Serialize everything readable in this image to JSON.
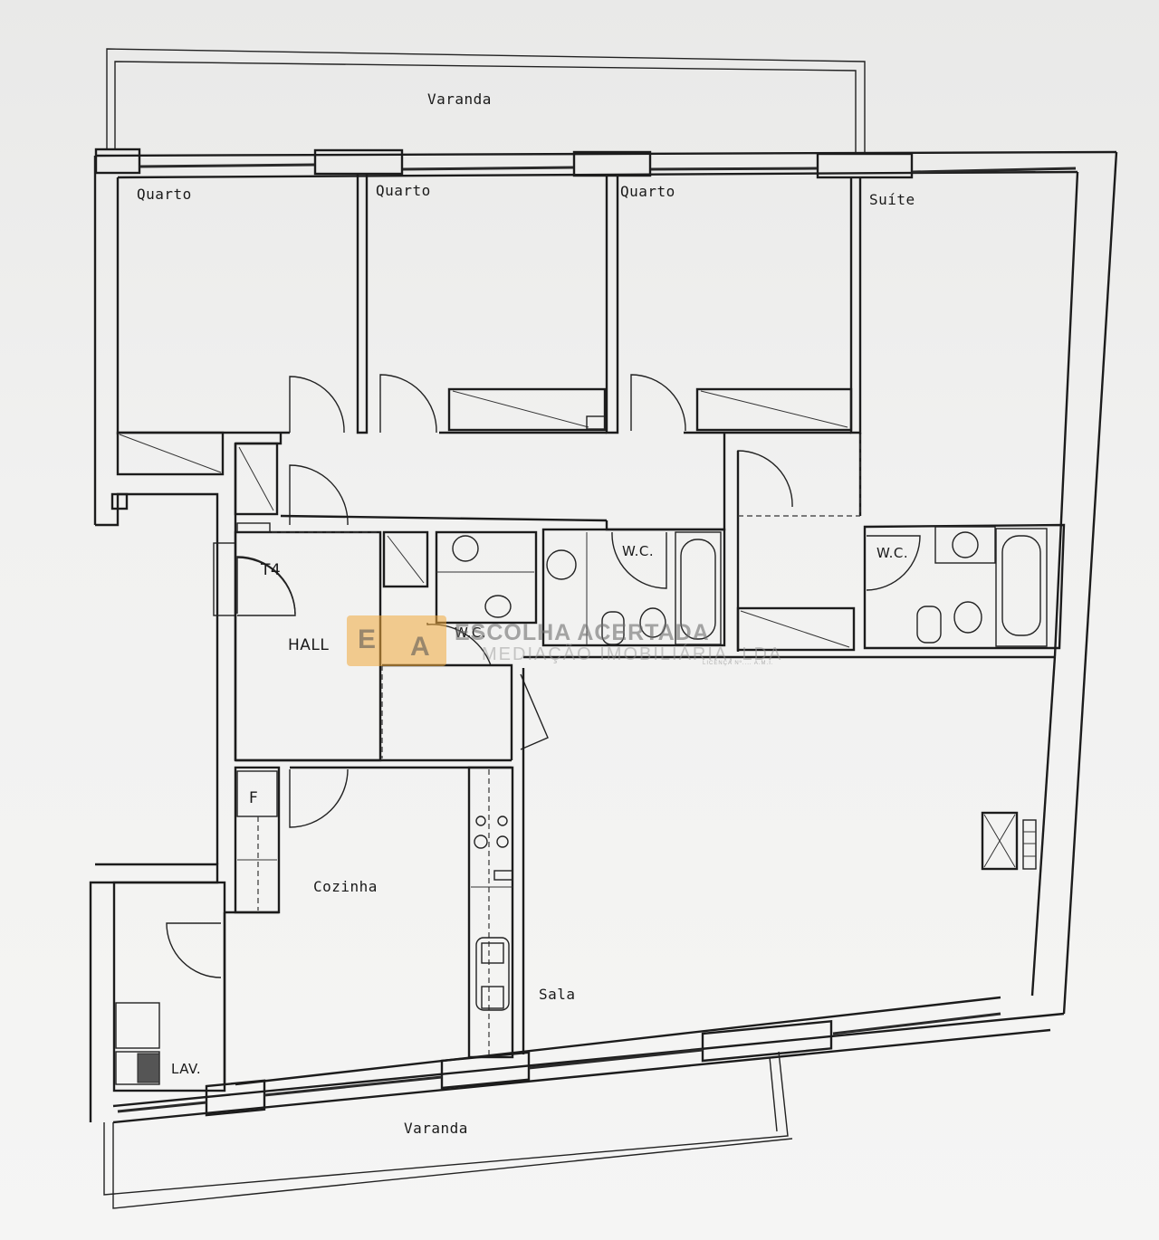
{
  "plan": {
    "typology": "T4",
    "rooms": {
      "varanda_top": "Varanda",
      "quarto_1": "Quarto",
      "quarto_2": "Quarto",
      "quarto_3": "Quarto",
      "suite": "Suíte",
      "hall": "HALL",
      "wc_guest": "W.C.",
      "wc_main": "W.C.",
      "wc_suite": "W.C.",
      "cozinha": "Cozinha",
      "lavandaria": "LAV.",
      "sala": "Sala",
      "varanda_bottom": "Varanda",
      "fridge": "F"
    }
  },
  "watermark": {
    "logo_left": "E",
    "logo_right": "A",
    "name": "ESCOLHA ACERTADA",
    "subtitle": "MEDIAÇÃO IMOBILIÁRIA, LDA",
    "license": "LICENÇA Nº.... A.M.I."
  },
  "colors": {
    "line": "#1c1c1c",
    "paper": "#f0f0ef",
    "watermark_orange": "#f0aa3c"
  }
}
